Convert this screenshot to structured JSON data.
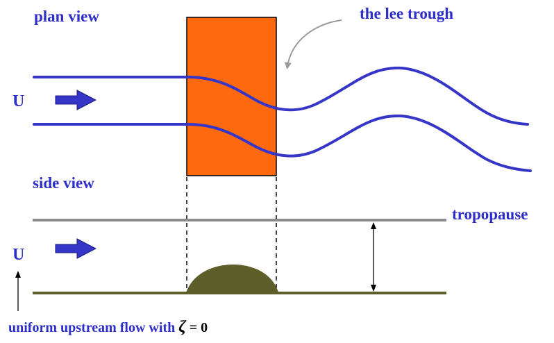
{
  "labels": {
    "plan_view": "plan view",
    "lee_trough": "the lee trough",
    "flow_symbol_top": "U",
    "side_view": "side view",
    "tropopause": "tropopause",
    "flow_symbol_bottom": "U",
    "footer_prefix": "uniform upstream flow with ",
    "footer_symbol": "ζ",
    "footer_suffix": " = 0"
  },
  "colors": {
    "label_blue": "#2E2EC8",
    "streamline_blue": "#3535C8",
    "mountain_block": "#FF6A10",
    "mountain_outline": "#000000",
    "tropopause_gray": "#8C8C8C",
    "ground_olive": "#5E5E2A",
    "arrow_gray": "#9A9A9A"
  },
  "icons": {
    "flow_arrow": "right-arrow-icon",
    "lee_pointer": "curved-arrow-icon",
    "depth_marker": "double-headed-arrow-icon",
    "upstream_marker": "up-arrow-icon"
  }
}
